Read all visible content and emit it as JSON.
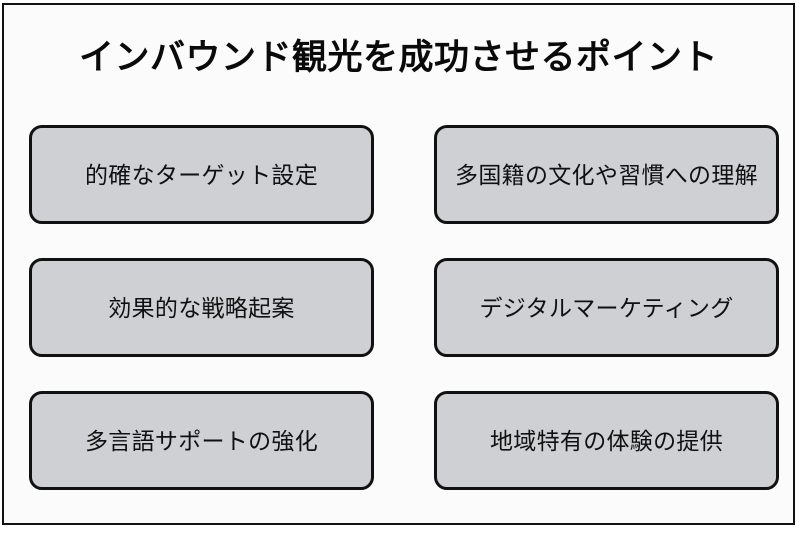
{
  "slide": {
    "title": "インバウンド観光を成功させるポイント",
    "background_color": "#fbfbfc",
    "frame_color": "#111111",
    "card_fill_color": "#cfd0d3",
    "text_color": "#101010",
    "rows": [
      {
        "left": {
          "label": "的確なターゲット設定"
        },
        "right": {
          "label": "多国籍の文化や習慣への理解"
        }
      },
      {
        "left": {
          "label": "効果的な戦略起案"
        },
        "right": {
          "label": "デジタルマーケティング"
        }
      },
      {
        "left": {
          "label": "多言語サポートの強化"
        },
        "right": {
          "label": "地域特有の体験の提供"
        }
      }
    ]
  }
}
